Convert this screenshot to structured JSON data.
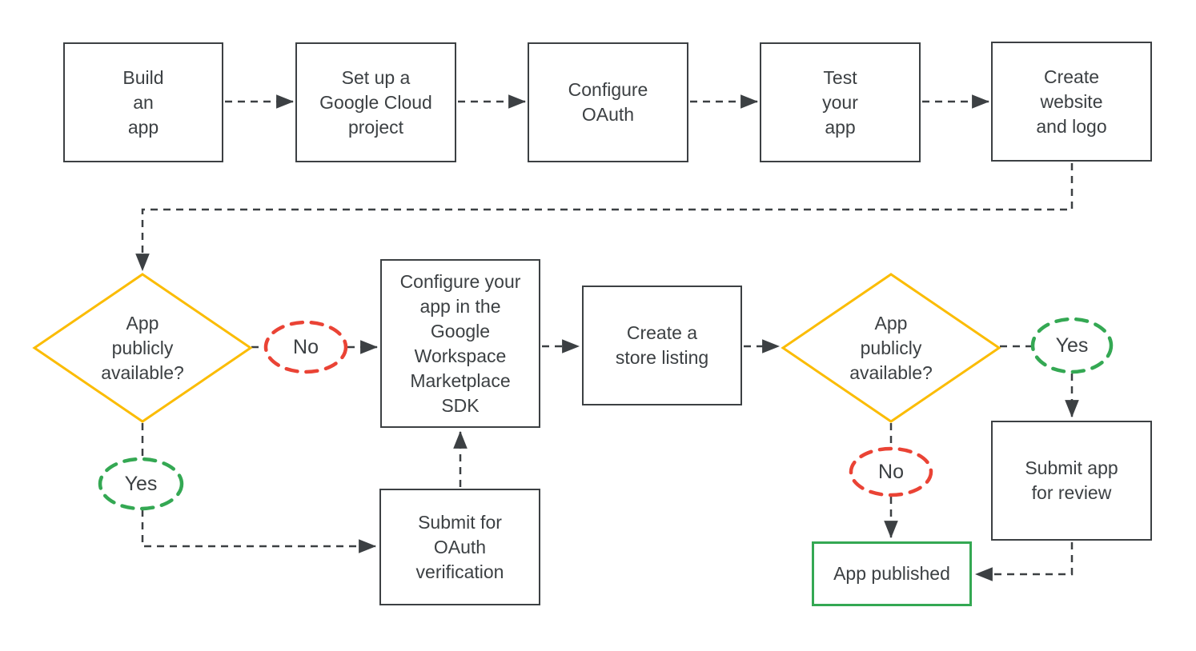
{
  "colors": {
    "line": "#3c4043",
    "text": "#3c4043",
    "decision": "#fbbc04",
    "no": "#ea4335",
    "yes": "#34a853",
    "terminal": "#34a853",
    "bg": "#ffffff"
  },
  "nodes": {
    "build_app": {
      "type": "process",
      "label": "Build\nan\napp"
    },
    "setup_gcp": {
      "type": "process",
      "label": "Set up a\nGoogle Cloud\nproject"
    },
    "configure_oauth": {
      "type": "process",
      "label": "Configure\nOAuth"
    },
    "test_app": {
      "type": "process",
      "label": "Test\nyour\napp"
    },
    "create_website": {
      "type": "process",
      "label": "Create\nwebsite\nand logo"
    },
    "decision_left": {
      "type": "decision",
      "label": "App\npublicly\navailable?"
    },
    "no_left": {
      "type": "no",
      "label": "No"
    },
    "yes_left": {
      "type": "yes",
      "label": "Yes"
    },
    "configure_sdk": {
      "type": "process",
      "label": "Configure your\napp in the\nGoogle\nWorkspace\nMarketplace\nSDK"
    },
    "store_listing": {
      "type": "process",
      "label": "Create a\nstore listing"
    },
    "submit_oauth": {
      "type": "process",
      "label": "Submit for\nOAuth\nverification"
    },
    "decision_right": {
      "type": "decision",
      "label": "App\npublicly\navailable?"
    },
    "yes_right": {
      "type": "yes",
      "label": "Yes"
    },
    "no_right": {
      "type": "no",
      "label": "No"
    },
    "submit_review": {
      "type": "process",
      "label": "Submit app\nfor review"
    },
    "app_published": {
      "type": "terminal",
      "label": "App published"
    }
  },
  "edges": [
    {
      "from": "build_app",
      "to": "setup_gcp"
    },
    {
      "from": "setup_gcp",
      "to": "configure_oauth"
    },
    {
      "from": "configure_oauth",
      "to": "test_app"
    },
    {
      "from": "test_app",
      "to": "create_website"
    },
    {
      "from": "create_website",
      "to": "decision_left"
    },
    {
      "from": "decision_left",
      "to": "configure_sdk",
      "via": "no_left"
    },
    {
      "from": "decision_left",
      "to": "submit_oauth",
      "via": "yes_left"
    },
    {
      "from": "submit_oauth",
      "to": "configure_sdk"
    },
    {
      "from": "configure_sdk",
      "to": "store_listing"
    },
    {
      "from": "store_listing",
      "to": "decision_right"
    },
    {
      "from": "decision_right",
      "to": "submit_review",
      "via": "yes_right"
    },
    {
      "from": "decision_right",
      "to": "app_published",
      "via": "no_right"
    },
    {
      "from": "submit_review",
      "to": "app_published"
    }
  ]
}
